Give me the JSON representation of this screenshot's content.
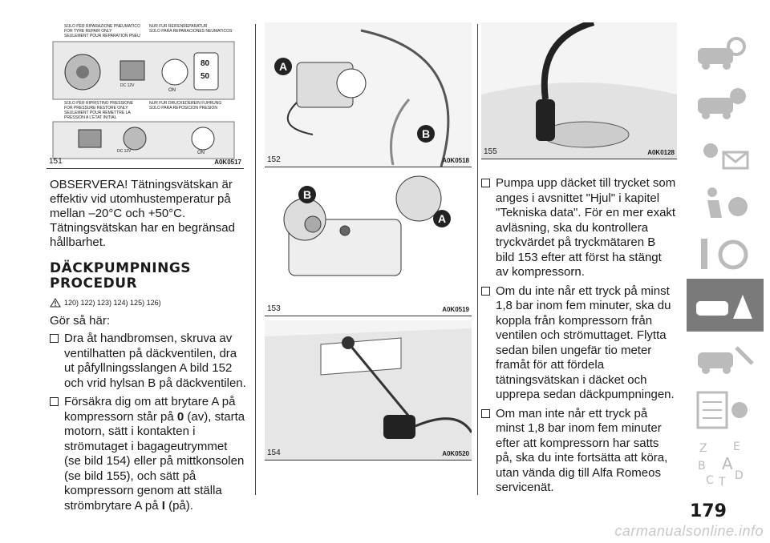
{
  "figures": [
    {
      "num": "151",
      "code": "A0K0517"
    },
    {
      "num": "152",
      "code": "A0K0518"
    },
    {
      "num": "153",
      "code": "A0K0519"
    },
    {
      "num": "154",
      "code": "A0K0520"
    },
    {
      "num": "155",
      "code": "A0K0128"
    }
  ],
  "fig151": {
    "top_left": [
      "SOLO PER RIPARAZIONE PNEUMATICO",
      "FOR TYRE REPAIR ONLY",
      "SEULEMENT POUR REPARATION PNEU"
    ],
    "top_right": [
      "NUR FUR REIFENREPARATUR",
      "SOLO PARA REPARACIONES NEUMATICOS"
    ],
    "mid_left": [
      "SOLO PER RIPRISTINO PRESSIONE",
      "FOR PRESSURE RESTORE ONLY",
      "SEULEMENT POUR REMETTRE LA",
      "PRESSION A L'ETAT INITIAL"
    ],
    "mid_right": [
      "NUR FUR DRUCKEDEREIN FUHRUNG",
      "SOLO PARA REPOSICION PRESION"
    ],
    "on": "ON",
    "dc": "DC 12V",
    "speed_top": "80",
    "speed_bottom": "50"
  },
  "left_col": {
    "note": "OBSERVERA! Tätningsvätskan är effektiv vid utomhustemperatur på mellan –20°C och +50°C. Tätningsvätskan har en begränsad hållbarhet.",
    "heading_line1": "DÄCKPUMPNINGS",
    "heading_line2": "PROCEDUR",
    "warn_refs": "120) 122) 123) 124) 125) 126)",
    "intro": "Gör så här:",
    "item1": "Dra åt handbromsen, skruva av ventilhatten på däckventilen, dra ut påfyllningsslangen A bild 152 och vrid hylsan B på däckventilen.",
    "item2_a": "Försäkra dig om att brytare A på kompressorn står på ",
    "item2_b": "0",
    "item2_c": " (av), starta motorn, sätt i kontakten i strömutaget i bagageutrymmet (se bild 154) eller på mittkonsolen (se bild 155), och sätt på kompressorn genom att ställa strömbrytare A på ",
    "item2_d": "I",
    "item2_e": " (på)."
  },
  "right_col": {
    "item1": "Pumpa upp däcket till trycket som anges i avsnittet \"Hjul\" i kapitel \"Tekniska data\". För en mer exakt avläsning, ska du kontrollera tryckvärdet på tryckmätaren B bild 153 efter att först ha stängt av kompressorn.",
    "item2": "Om du inte når ett tryck på minst 1,8 bar inom fem minuter, ska du koppla från kompressorn från ventilen och strömuttaget. Flytta sedan bilen ungefär tio meter framåt för att fördela tätningsvätskan i däcket och upprepa sedan däckpumpningen.",
    "item3": "Om man inte når ett tryck på minst 1,8 bar inom fem minuter efter att kompressorn har satts på, ska du inte fortsätta att köra, utan vända dig till Alfa Romeos servicenät."
  },
  "labels": {
    "A": "A",
    "B": "B"
  },
  "sidebar": {
    "icons": [
      "car-info-icon",
      "car-manual-icon",
      "warning-lights-icon",
      "safety-airbag-icon",
      "driving-icon",
      "emergency-icon",
      "maintenance-icon",
      "technical-data-icon",
      "index-icon"
    ],
    "index_letters": [
      "Z",
      "E",
      "B",
      "A",
      "C",
      "D",
      "T"
    ]
  },
  "page_number": "179",
  "watermark": "carmanualsonline.info"
}
